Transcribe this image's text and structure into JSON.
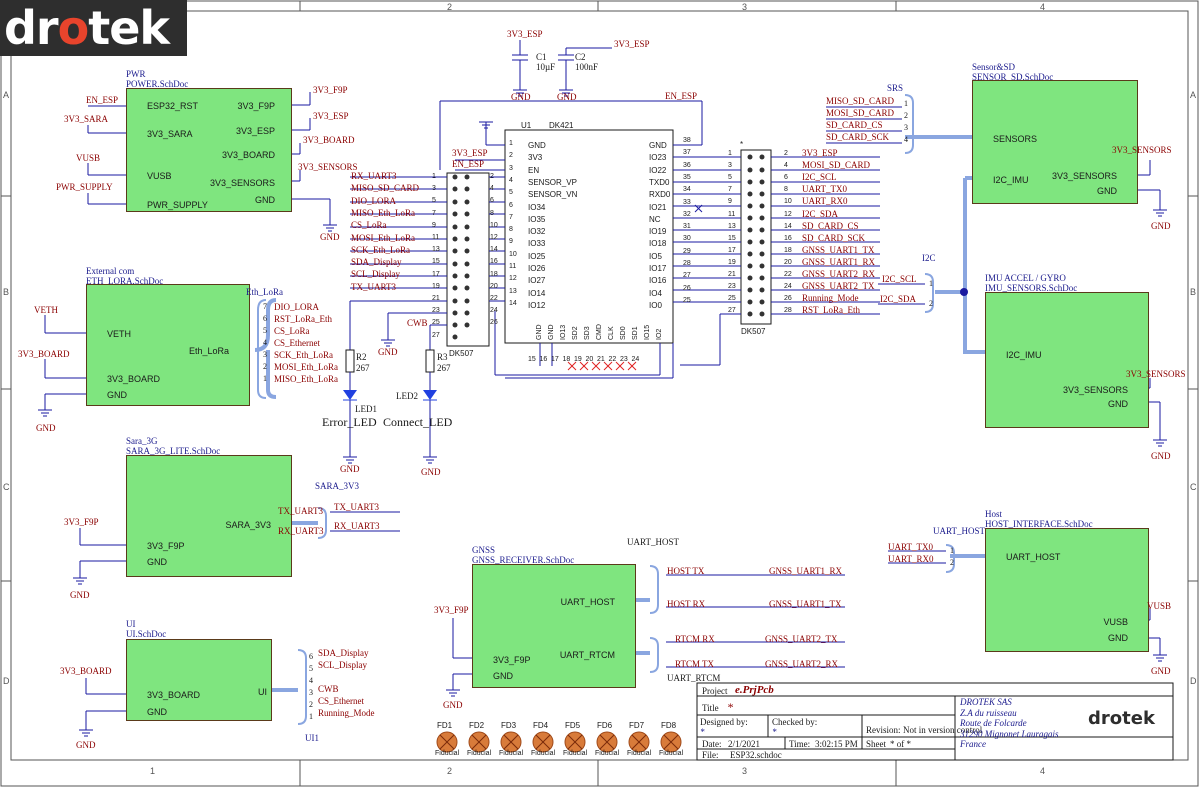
{
  "logo": {
    "text_a": "dr",
    "text_o": "o",
    "text_b": "tek"
  },
  "grid": {
    "top": [
      "1",
      "2",
      "3",
      "4"
    ],
    "bottom": [
      "1",
      "2",
      "3",
      "4"
    ],
    "left": [
      "A",
      "B",
      "C",
      "D"
    ],
    "right": [
      "A",
      "B",
      "C",
      "D"
    ]
  },
  "caps": {
    "c1": "C1",
    "c1v": "10µF",
    "c2": "C2",
    "c2v": "100nF",
    "net_top1": "3V3_ESP",
    "net_top2": "3V3_ESP",
    "gnd1": "GND",
    "gnd2": "GND"
  },
  "pwr": {
    "title1": "PWR",
    "title2": "POWER.SchDoc",
    "ports_left": [
      "ESP32_RST",
      "3V3_SARA",
      "VUSB",
      "PWR_SUPPLY"
    ],
    "ports_right": [
      "3V3_F9P",
      "3V3_ESP",
      "3V3_BOARD",
      "3V3_SENSORS",
      "GND"
    ],
    "nets_left": [
      "EN_ESP",
      "3V3_SARA",
      "VUSB",
      "PWR_SUPPLY"
    ],
    "nets_right": [
      "3V3_F9P",
      "3V3_ESP",
      "3V3_BOARD",
      "3V3_SENSORS"
    ],
    "gnd": "GND"
  },
  "eth": {
    "title1": "External com",
    "title2": "ETH_LORA.SchDoc",
    "ports_left": [
      "VETH",
      "3V3_BOARD",
      "GND"
    ],
    "port_right": "Eth_LoRa",
    "nets_left": [
      "VETH",
      "3V3_BOARD"
    ],
    "gnd": "GND",
    "bus_title": "Eth_LoRa",
    "bus": [
      "DIO_LORA",
      "RST_LoRa_Eth",
      "CS_LoRa",
      "CS_Ethernet",
      "SCK_Eth_LoRa",
      "MOSI_Eth_LoRa",
      "MISO_Eth_LoRa"
    ],
    "bus_num": [
      "7",
      "6",
      "5",
      "4",
      "3",
      "2",
      "1"
    ]
  },
  "sara": {
    "title1": "Sara_3G",
    "title2": "SARA_3G_LITE.SchDoc",
    "ports_left": [
      "3V3_F9P",
      "GND"
    ],
    "port_right": "SARA_3V3",
    "net_left": "3V3_F9P",
    "gnd": "GND",
    "bus_title": "SARA_3V3",
    "bus": [
      "TX_UART3",
      "RX_UART3"
    ],
    "bus_in": [
      "TX_UART3",
      "RX_UART3"
    ]
  },
  "ui": {
    "title1": "UI",
    "title2": "UI.SchDoc",
    "ports_left": [
      "3V3_BOARD",
      "GND"
    ],
    "port_right": "UI",
    "net_left": "3V3_BOARD",
    "gnd": "GND",
    "bus_title": "UI1",
    "bus": [
      "SDA_Display",
      "SCL_Display",
      "",
      "CWB",
      "CS_Ethernet",
      "Running_Mode"
    ],
    "bus_num": [
      "6",
      "5",
      "4",
      "3",
      "2",
      "1"
    ]
  },
  "gnss": {
    "title1": "GNSS",
    "title2": "GNSS_RECEIVER.SchDoc",
    "ports_left": [
      "3V3_F9P",
      "GND"
    ],
    "ports_right": [
      "UART_HOST",
      "UART_RTCM"
    ],
    "net_left": "3V3_F9P",
    "gnd": "GND",
    "bus1_title": "UART_HOST",
    "bus1": [
      "HOST TX",
      "HOST RX"
    ],
    "bus1_out": [
      "GNSS_UART1_RX",
      "GNSS_UART1_TX"
    ],
    "bus2_title": "UART_RTCM",
    "bus2": [
      "RTCM RX",
      "RTCM TX"
    ],
    "bus2_out": [
      "GNSS_UART2_TX",
      "GNSS_UART2_RX"
    ]
  },
  "sensor": {
    "title1": "Sensor&SD",
    "title2": "SENSOR_SD.SchDoc",
    "ports_left": [
      "SENSORS",
      "I2C_IMU"
    ],
    "ports_right": [
      "3V3_SENSORS",
      "GND"
    ],
    "net_right": "3V3_SENSORS",
    "gnd": "GND",
    "bus_title": "SRS",
    "bus": [
      "MISO_SD_CARD",
      "MOSI_SD_CARD",
      "SD_CARD_CS",
      "SD_CARD_SCK"
    ],
    "bus_num": [
      "1",
      "2",
      "3",
      "4"
    ]
  },
  "imu": {
    "title1": "IMU ACCEL / GYRO",
    "title2": "IMU_SENSORS.SchDoc",
    "port_left": "I2C_IMU",
    "ports_right": [
      "3V3_SENSORS",
      "GND"
    ],
    "net_right": "3V3_SENSORS",
    "gnd": "GND",
    "bus_title": "I2C",
    "bus": [
      "I2C_SCL",
      "I2C_SDA"
    ],
    "bus_num": [
      "1",
      "2"
    ]
  },
  "host": {
    "title1": "Host",
    "title2": "HOST_INTERFACE.SchDoc",
    "port_left": "UART_HOST",
    "ports_right": [
      "VUSB",
      "GND"
    ],
    "net_right": "VUSB",
    "gnd": "GND",
    "bus_title": "UART_HOST",
    "bus": [
      "UART_TX0",
      "UART_RX0"
    ],
    "bus_num": [
      "1",
      "2"
    ]
  },
  "u1": {
    "ref": "U1",
    "part": "DK421",
    "left_pins": [
      "GND",
      "3V3",
      "EN",
      "SENSOR_VP",
      "SENSOR_VN",
      "IO34",
      "IO35",
      "IO32",
      "IO33",
      "IO25",
      "IO26",
      "IO27",
      "IO14",
      "IO12"
    ],
    "left_nums": [
      "1",
      "2",
      "3",
      "4",
      "5",
      "6",
      "7",
      "8",
      "9",
      "10",
      "11",
      "12",
      "13",
      "14"
    ],
    "right_pins": [
      "GND",
      "IO23",
      "IO22",
      "TXD0",
      "RXD0",
      "IO21",
      "NC",
      "IO19",
      "IO18",
      "IO5",
      "IO17",
      "IO16",
      "IO4",
      "IO0"
    ],
    "right_nums": [
      "38",
      "37",
      "36",
      "35",
      "34",
      "33",
      "32",
      "31",
      "30",
      "29",
      "28",
      "27",
      "26",
      "25"
    ],
    "bottom_pins": [
      "GND",
      "GND",
      "IO13",
      "SD2",
      "SD3",
      "CMD",
      "CLK",
      "SD0",
      "SD1",
      "IO15",
      "IO2"
    ],
    "bottom_nums": [
      "15",
      "16",
      "17",
      "18",
      "19",
      "20",
      "21",
      "22",
      "23",
      "24"
    ]
  },
  "hdr_left": {
    "ref": "DK507",
    "nets": [
      "RX_UART3",
      "MISO_SD_CARD",
      "DIO_LORA",
      "MISO_Eth_LoRa",
      "CS_LoRa",
      "MOSI_Eth_LoRa",
      "SCK_Eth_LoRa",
      "SDA_Display",
      "SCL_Display",
      "TX_UART3"
    ],
    "top_nets": [
      "3V3_ESP",
      "EN_ESP"
    ],
    "cwb": "CWB",
    "gnd": "GND",
    "odd": [
      "1",
      "3",
      "5",
      "7",
      "9",
      "11",
      "13",
      "15",
      "17",
      "19",
      "21",
      "23",
      "25",
      "27"
    ],
    "even": [
      "2",
      "4",
      "6",
      "8",
      "10",
      "12",
      "14",
      "16",
      "18",
      "20",
      "22",
      "24",
      "26"
    ]
  },
  "hdr_right": {
    "ref": "DK507",
    "star": "*",
    "nets": [
      "3V3_ESP",
      "MOSI_SD_CARD",
      "I2C_SCL",
      "UART_TX0",
      "UART_RX0",
      "I2C_SDA",
      "SD_CARD_CS",
      "SD_CARD_SCK",
      "GNSS_UART1_TX",
      "GNSS_UART1_RX",
      "GNSS_UART2_RX",
      "GNSS_UART2_TX",
      "Running_Mode",
      "RST_LoRa_Eth"
    ],
    "even": [
      "2",
      "4",
      "6",
      "8",
      "10",
      "12",
      "14",
      "16",
      "18",
      "20",
      "22",
      "24",
      "26",
      "28"
    ],
    "odd": [
      "1",
      "3",
      "5",
      "7",
      "9",
      "11",
      "13",
      "15",
      "17",
      "19",
      "21",
      "23",
      "25",
      "27"
    ]
  },
  "en_esp_top": "EN_ESP",
  "leds": {
    "r2": "R2",
    "r2v": "267",
    "r3": "R3",
    "r3v": "267",
    "led1": "LED1",
    "led2": "LED2",
    "l1name": "Error_LED",
    "l2name": "Connect_LED",
    "gnd1": "GND",
    "gnd2": "GND"
  },
  "fiducials": {
    "refs": [
      "FD1",
      "FD2",
      "FD3",
      "FD4",
      "FD5",
      "FD6",
      "FD7",
      "FD8"
    ],
    "label": "Fiducial"
  },
  "titleblock": {
    "project_l": "Project",
    "project": "e.PrjPcb",
    "title_l": "Title",
    "title": "*",
    "designed_l": "Designed by:",
    "designed": "*",
    "checked_l": "Checked by:",
    "checked": "*",
    "revision_l": "Revision:",
    "revision": "Not in version control",
    "date_l": "Date:",
    "date": "2/1/2021",
    "time_l": "Time:",
    "time": "3:02:15 PM",
    "sheet_l": "Sheet",
    "sheet": "* of *",
    "file_l": "File:",
    "file": "ESP32.schdoc",
    "company": [
      "DROTEK SAS",
      "Z.A du ruisseau",
      "Route de Folcarde",
      "31290 Mignonet Lauragais",
      "France"
    ],
    "logo": "drotek"
  },
  "colors": {
    "block": "#7fe57f",
    "wire": "#1a1aa0",
    "bus": "#8aa6e0",
    "net": "#8b0000",
    "led": "#2040e0"
  }
}
